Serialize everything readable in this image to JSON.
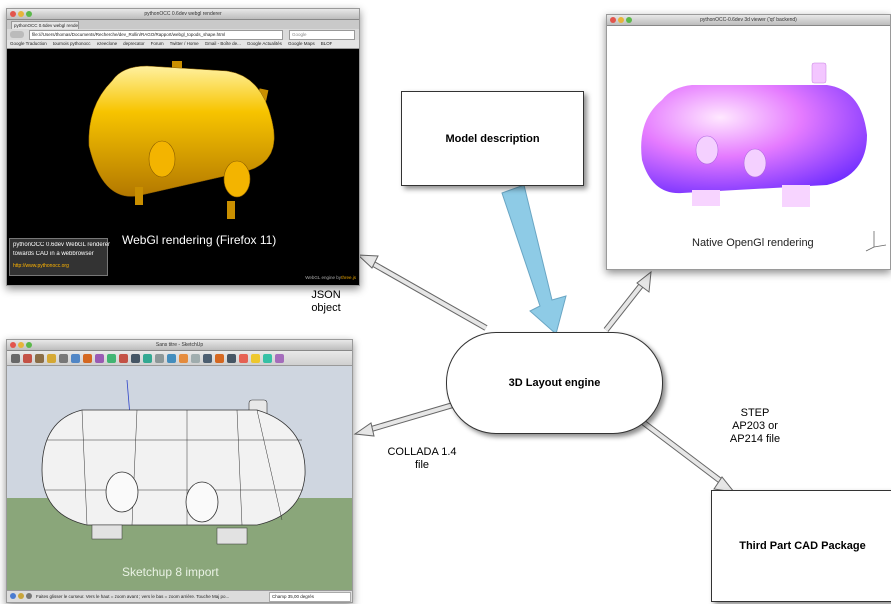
{
  "webgl_window": {
    "title": "pythonOCC 0.6dev webgl renderer",
    "tab": "pythonOCC 0.6dev webgl rende...",
    "url": "file:///Users/thomas/Documents/Recherche/dev_Rollin/RAGO/Rapport/webgl_topods_shape.html",
    "search": "Google",
    "bookmarks": [
      "Google Traduction",
      "tournois pythonocc",
      "ezeeclone",
      "deprecator",
      "Forum",
      "Twitter / Home",
      "Gmail - Boîte de...",
      "Google Actualités",
      "Google Maps",
      "BLOF"
    ],
    "caption": "WebGl rendering (Firefox 11)",
    "info_line1": "pythonOCC 0.6dev WebGL renderer",
    "info_line2": "towards CAD in a webbrowser",
    "info_link": "http://www.pythonocc.org",
    "footer": "WebGL engine by",
    "footer_brand": "three.js"
  },
  "opengl_window": {
    "title": "pythonOCC-0.6dev 3d viewer ('qt' backend)",
    "caption": "Native OpenGl rendering"
  },
  "sketchup_window": {
    "title": "Sans titre - SketchUp",
    "caption": "Sketchup 8 import",
    "status": "Faites glisser le curseur. Vers le haut = zoom avant ; vers le bas = zoom arrière. Touche Maj po...",
    "field": "Champ  35,00 degrés"
  },
  "diagram": {
    "model_description": "Model description",
    "layout_engine": "3D Layout engine",
    "cad_package": "Third Part CAD Package",
    "json_label": "JSON\nobject",
    "collada_label": "COLLADA 1.4\nfile",
    "step_label": "STEP\nAP203 or\nAP214 file"
  },
  "colors": {
    "webgl_bg": "#000000",
    "webgl_tank": "#f5b800",
    "opengl_tank": "#b26bff",
    "sketchup_bg": "#8aa67a",
    "flow_arrow": "#8ecbe6"
  }
}
